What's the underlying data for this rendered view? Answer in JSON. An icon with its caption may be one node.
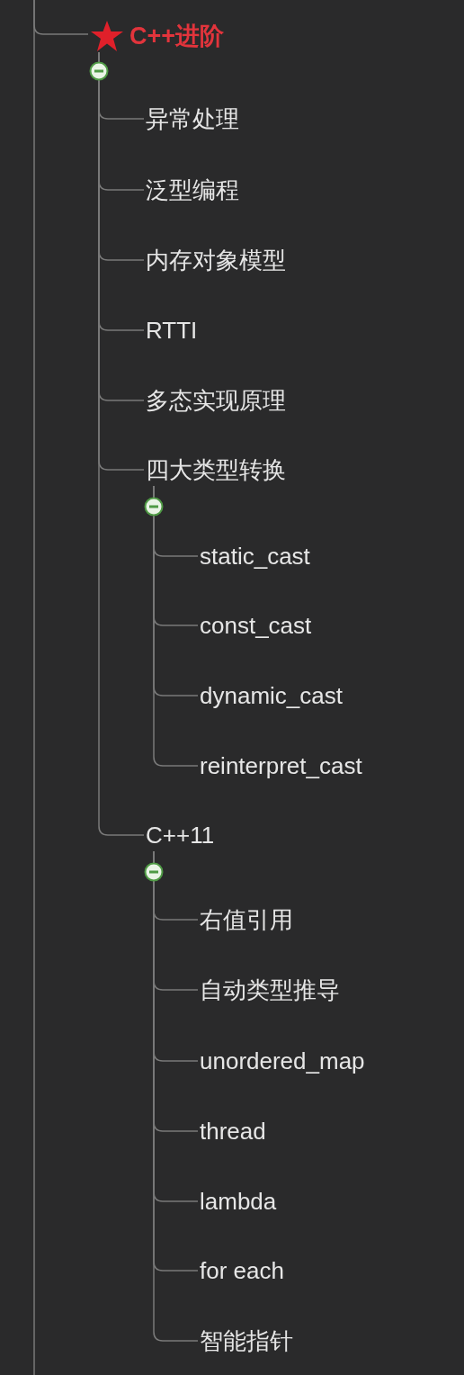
{
  "diagram": {
    "nodes": [
      {
        "text": [
          "C++进阶"
        ]
      },
      {
        "text": [
          "异常处理"
        ]
      },
      {
        "text": [
          "泛型编程"
        ]
      },
      {
        "text": [
          "内存对象模型"
        ]
      },
      {
        "text": [
          "RTTI"
        ]
      },
      {
        "text": [
          "多态实现原理"
        ]
      },
      {
        "text": [
          "四大类型转换"
        ]
      },
      {
        "text": [
          "static_cast"
        ]
      },
      {
        "text": [
          "const_cast"
        ]
      },
      {
        "text": [
          "dynamic_cast"
        ]
      },
      {
        "text": [
          "reinterpret_cast"
        ]
      },
      {
        "text": [
          "C++11"
        ]
      },
      {
        "text": [
          "右值引用"
        ]
      },
      {
        "text": [
          "自动类型推导"
        ]
      },
      {
        "text": [
          "unordered_map"
        ]
      },
      {
        "text": [
          "thread"
        ]
      },
      {
        "text": [
          "lambda"
        ]
      },
      {
        "text": [
          "for each"
        ]
      },
      {
        "text": [
          "智能指针"
        ]
      }
    ],
    "edges": [
      {
        "from": null,
        "to": 0,
        "arrow": "none"
      },
      {
        "from": 0,
        "to": 1,
        "arrow": "none"
      },
      {
        "from": 0,
        "to": 2,
        "arrow": "none"
      },
      {
        "from": 0,
        "to": 3,
        "arrow": "none"
      },
      {
        "from": 0,
        "to": 4,
        "arrow": "none"
      },
      {
        "from": 0,
        "to": 5,
        "arrow": "none"
      },
      {
        "from": 0,
        "to": 6,
        "arrow": "none"
      },
      {
        "from": 6,
        "to": 7,
        "arrow": "none"
      },
      {
        "from": 6,
        "to": 8,
        "arrow": "none"
      },
      {
        "from": 6,
        "to": 9,
        "arrow": "none"
      },
      {
        "from": 6,
        "to": 10,
        "arrow": "none"
      },
      {
        "from": 0,
        "to": 11,
        "arrow": "none"
      },
      {
        "from": 11,
        "to": 12,
        "arrow": "none"
      },
      {
        "from": 11,
        "to": 13,
        "arrow": "none"
      },
      {
        "from": 11,
        "to": 14,
        "arrow": "none"
      },
      {
        "from": 11,
        "to": 15,
        "arrow": "none"
      },
      {
        "from": 11,
        "to": 16,
        "arrow": "none"
      },
      {
        "from": 11,
        "to": 17,
        "arrow": "none"
      },
      {
        "from": 11,
        "to": 18,
        "arrow": "none"
      }
    ]
  }
}
